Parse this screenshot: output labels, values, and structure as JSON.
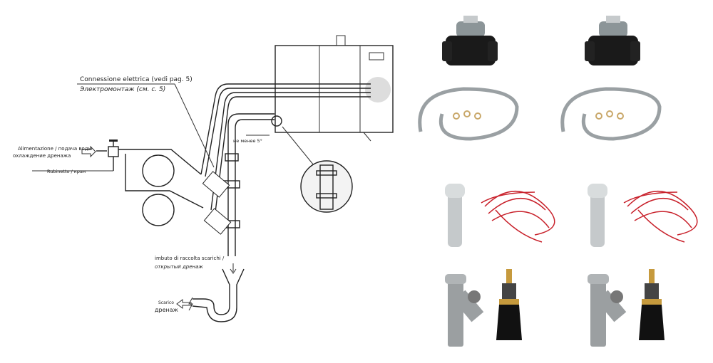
{
  "labels": {
    "electrical_it": "Connessione elettrica (vedi pag. 5)",
    "electrical_ru": "Электромонтаж (см. с. 5)",
    "supply_it": "Alimentazione / подача воды",
    "supply_ru": "охлаждение дренажа",
    "tap": "Rubinetto / кран",
    "slope": "не менее 5°",
    "funnel_it": "imbuto di raccolta scarichi /",
    "funnel_ru": "открытый дренаж",
    "drain_it": "Scarico",
    "drain_ru": "дренаж"
  },
  "colors": {
    "pipe_grey": "#b8bcbf",
    "wire_red": "#c8202a",
    "valve_black": "#1a1a1a"
  }
}
